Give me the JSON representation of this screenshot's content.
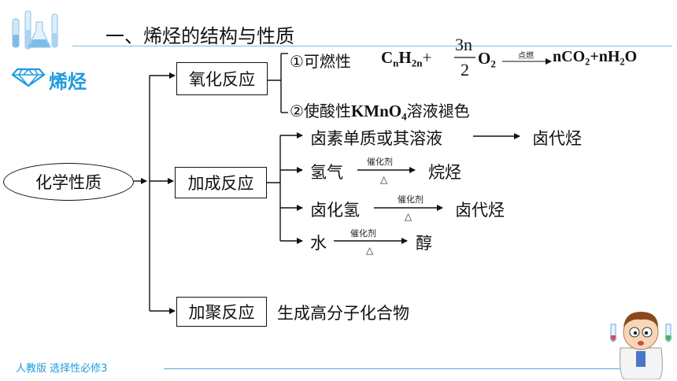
{
  "header": {
    "title": "一、烯烃的结构与性质"
  },
  "section": {
    "label": "烯烃"
  },
  "root_node": {
    "label": "化学性质"
  },
  "branches": {
    "oxidation": {
      "label": "氧化反应",
      "item1_prefix": "①可燃性",
      "formula_c": "C",
      "formula_n1": "n",
      "formula_h": "H",
      "formula_2n": "2n",
      "formula_plus": "+",
      "frac_num": "3n",
      "frac_den": "2",
      "o2_o": "O",
      "o2_2": "2",
      "condition": "点燃",
      "prod_nco": "nCO",
      "prod_2a": "2",
      "prod_nh": "+nH",
      "prod_2b": "2",
      "prod_o": "O",
      "item2_prefix": "②使酸性",
      "item2_kmno": "KMnO",
      "item2_4": "4",
      "item2_suffix": "溶液褪色"
    },
    "addition": {
      "label": "加成反应",
      "halogen_reagent": "卤素单质或其溶液",
      "halogen_product": "卤代烃",
      "h2_reagent": "氢气",
      "h2_product": "烷烃",
      "hx_reagent": "卤化氢",
      "hx_product": "卤代烃",
      "water_reagent": "水",
      "water_product": "醇",
      "catalyst": "催化剂",
      "heat": "△"
    },
    "polymerization": {
      "label": "加聚反应",
      "description": "生成高分子化合物"
    }
  },
  "footer": {
    "text": "人教版 选择性必修3"
  },
  "colors": {
    "accent": "#1e9be0",
    "line": "#111111",
    "footer_line": "#5aa8e0"
  }
}
